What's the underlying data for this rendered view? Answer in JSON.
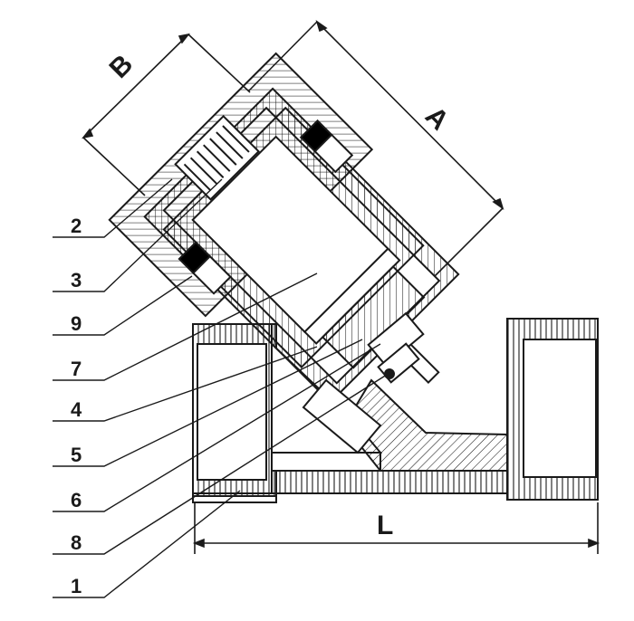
{
  "dimensions": {
    "a": "A",
    "b": "B",
    "l": "L"
  },
  "callouts": [
    {
      "id": "c2",
      "text": "2"
    },
    {
      "id": "c3",
      "text": "3"
    },
    {
      "id": "c9",
      "text": "9"
    },
    {
      "id": "c7",
      "text": "7"
    },
    {
      "id": "c4",
      "text": "4"
    },
    {
      "id": "c5",
      "text": "5"
    },
    {
      "id": "c6",
      "text": "6"
    },
    {
      "id": "c8",
      "text": "8"
    },
    {
      "id": "c1",
      "text": "1"
    }
  ],
  "colors": {
    "line": "#1a1a1a",
    "hatch": "#1a1a1a",
    "fill": "#ffffff",
    "plug": "#000000"
  }
}
